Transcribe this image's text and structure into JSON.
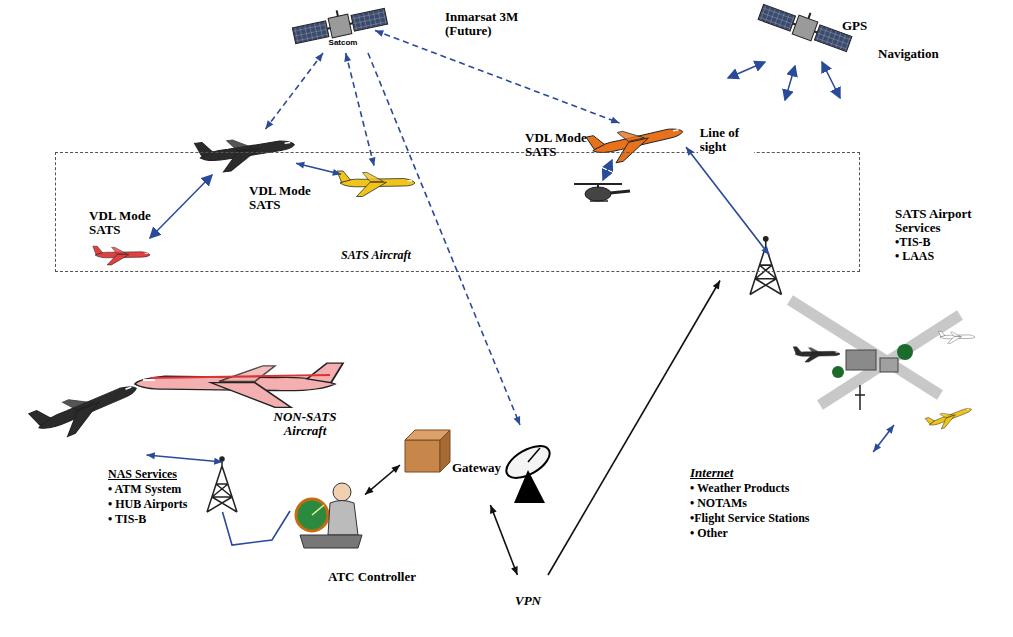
{
  "diagram": {
    "nodes": [
      {
        "text": [
          "Satcom",
          "Inmarsat 3M (Future)"
        ]
      },
      {
        "text": [
          "GPS",
          "Navigation"
        ]
      },
      {
        "text": [
          "SATS Aircraft"
        ]
      },
      {
        "text": [
          "VDL Mode SATS"
        ],
        "in": 2
      },
      {
        "text": [
          "VDL Mode SATS"
        ],
        "in": 2
      },
      {
        "text": [
          "VDL Mode SATS"
        ],
        "in": 2
      },
      {
        "text": [
          "NON-SATS Aircraft"
        ]
      },
      {
        "text": [
          "Gateway"
        ]
      },
      {
        "text": [
          "ATC Controller"
        ]
      },
      {
        "text": [
          "NAS Services",
          "• ATM System",
          "• HUB Airports",
          "• TIS-B"
        ]
      },
      {
        "text": [
          "SATS Airport Services",
          "•TIS-B",
          "• LAAS"
        ]
      },
      {
        "text": [
          "Internet",
          "• Weather Products",
          "• NOTAMs",
          "•Flight Service Stations",
          "• Other"
        ]
      },
      {
        "text": [
          "VPN"
        ]
      }
    ],
    "edges": [
      {
        "from": 0,
        "to": 3,
        "arrow": "both"
      },
      {
        "from": 0,
        "to": 4,
        "arrow": "both"
      },
      {
        "from": 0,
        "to": 5,
        "arrow": "both"
      },
      {
        "from": 0,
        "to": 7,
        "arrow": "to"
      },
      {
        "from": 3,
        "to": 4,
        "arrow": "both"
      },
      {
        "from": 5,
        "to": 10,
        "arrow": "both",
        "label": "Line of sight"
      },
      {
        "from": 7,
        "to": 8,
        "arrow": "both"
      },
      {
        "from": 7,
        "to": 12,
        "arrow": "both"
      },
      {
        "from": 12,
        "to": 10,
        "arrow": "to"
      },
      {
        "from": 11,
        "to": 10,
        "arrow": "both"
      },
      {
        "from": 9,
        "to": 6,
        "arrow": "both"
      },
      {
        "from": 9,
        "to": 8,
        "arrow": "none"
      }
    ]
  }
}
